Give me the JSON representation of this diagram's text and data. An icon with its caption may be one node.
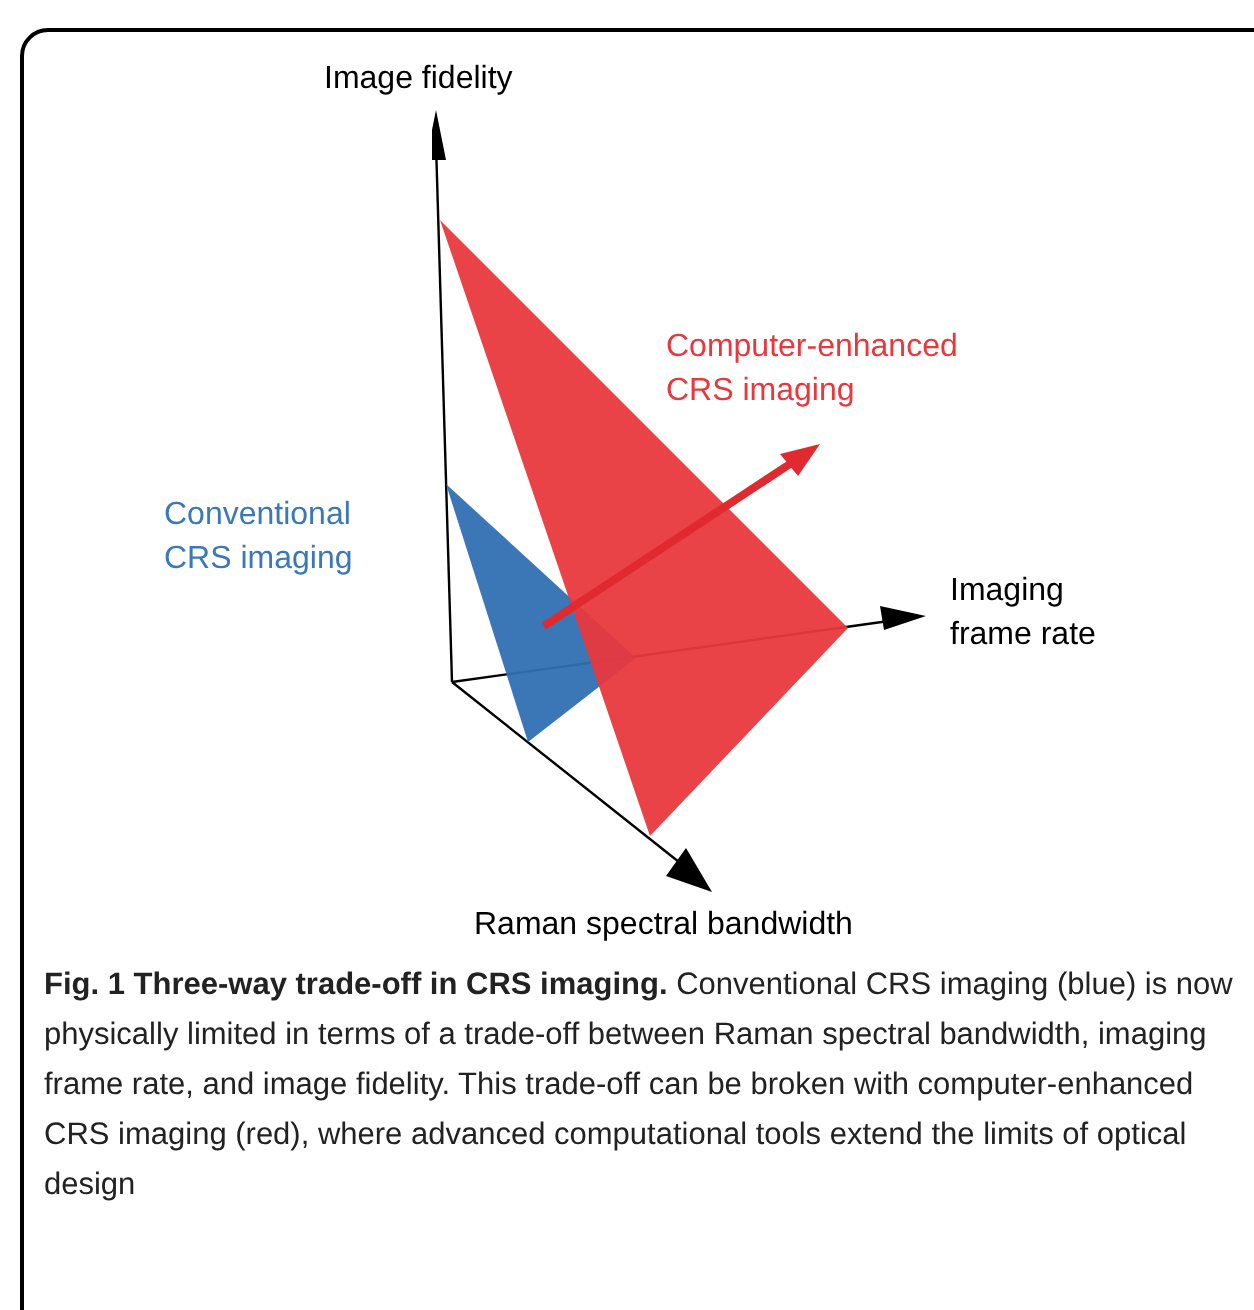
{
  "diagram": {
    "caption": "**Fig. 1 Three-way trade-off in CRS imaging.** Conventional CRS imaging (blue) is now physically limited in terms of a trade-off between Raman spectral bandwidth, imaging frame rate, and image fidelity. This trade-off can be broken with computer-enhanced CRS imaging (red), where advanced computational tools extend the limits of optical design",
    "labels": [
      "Image fidelity",
      "Computer-enhanced CRS imaging",
      "Conventional CRS imaging",
      "Imaging frame rate",
      "Raman spectral bandwidth"
    ]
  }
}
